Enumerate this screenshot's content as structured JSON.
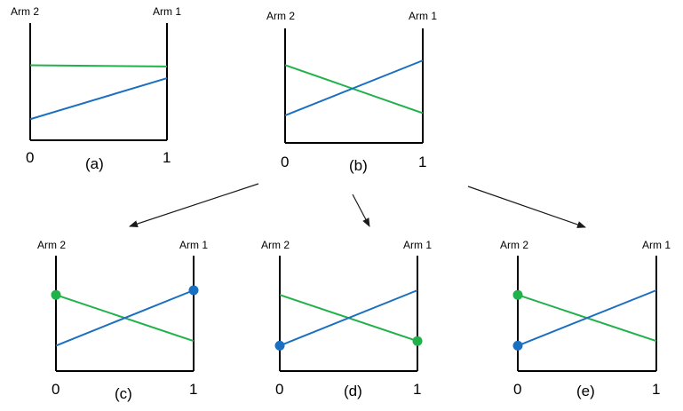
{
  "colors": {
    "axis": "#000000",
    "green": "#21b14a",
    "blue": "#1a6fc0",
    "arrow": "#1a1a1a"
  },
  "panels": [
    {
      "id": "a",
      "arm2_label": "Arm 2",
      "arm1_label": "Arm 1",
      "x0_label": "0",
      "x1_label": "1",
      "caption": "(a)",
      "green_line": {
        "left": 0.36,
        "right": 0.37
      },
      "blue_line": {
        "left": 0.82,
        "right": 0.47
      },
      "markers": []
    },
    {
      "id": "b",
      "arm2_label": "Arm 2",
      "arm1_label": "Arm 1",
      "x0_label": "0",
      "x1_label": "1",
      "caption": "(b)",
      "green_line": {
        "left": 0.32,
        "right": 0.74
      },
      "blue_line": {
        "left": 0.76,
        "right": 0.28
      },
      "markers": []
    },
    {
      "id": "c",
      "arm2_label": "Arm 2",
      "arm1_label": "Arm 1",
      "x0_label": "0",
      "x1_label": "1",
      "caption": "(c)",
      "green_line": {
        "left": 0.34,
        "right": 0.74
      },
      "blue_line": {
        "left": 0.78,
        "right": 0.3
      },
      "markers": [
        {
          "side": "left",
          "series": "green"
        },
        {
          "side": "right",
          "series": "blue"
        }
      ]
    },
    {
      "id": "d",
      "arm2_label": "Arm 2",
      "arm1_label": "Arm 1",
      "x0_label": "0",
      "x1_label": "1",
      "caption": "(d)",
      "green_line": {
        "left": 0.34,
        "right": 0.74
      },
      "blue_line": {
        "left": 0.78,
        "right": 0.3
      },
      "markers": [
        {
          "side": "left",
          "series": "blue"
        },
        {
          "side": "right",
          "series": "green"
        }
      ]
    },
    {
      "id": "e",
      "arm2_label": "Arm 2",
      "arm1_label": "Arm 1",
      "x0_label": "0",
      "x1_label": "1",
      "caption": "(e)",
      "green_line": {
        "left": 0.34,
        "right": 0.74
      },
      "blue_line": {
        "left": 0.78,
        "right": 0.3
      },
      "markers": [
        {
          "side": "left",
          "series": "green"
        },
        {
          "side": "left",
          "series": "blue"
        }
      ]
    }
  ]
}
